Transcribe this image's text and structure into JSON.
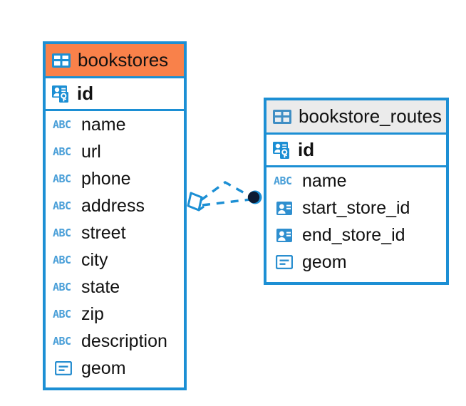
{
  "diagram": {
    "type": "er-diagram",
    "background": "#ffffff",
    "border_color": "#1c8fd4",
    "accent_orange": "#f9814a",
    "accent_grey": "#ebebeb",
    "icon_blue": "#1c8fd4",
    "abc_blue": "#4a9fd8",
    "endpoint_color": "#0d1b33"
  },
  "tables": [
    {
      "name": "bookstores",
      "header_style": "orange",
      "icon": "table-icon",
      "primary_key": {
        "label": "id",
        "icon": "primary-key-icon"
      },
      "fields": [
        {
          "label": "name",
          "icon": "abc-icon",
          "type_text": "ABC"
        },
        {
          "label": "url",
          "icon": "abc-icon",
          "type_text": "ABC"
        },
        {
          "label": "phone",
          "icon": "abc-icon",
          "type_text": "ABC"
        },
        {
          "label": "address",
          "icon": "abc-icon",
          "type_text": "ABC"
        },
        {
          "label": "street",
          "icon": "abc-icon",
          "type_text": "ABC"
        },
        {
          "label": "city",
          "icon": "abc-icon",
          "type_text": "ABC"
        },
        {
          "label": "state",
          "icon": "abc-icon",
          "type_text": "ABC"
        },
        {
          "label": "zip",
          "icon": "abc-icon",
          "type_text": "ABC"
        },
        {
          "label": "description",
          "icon": "abc-icon",
          "type_text": "ABC"
        },
        {
          "label": "geom",
          "icon": "geometry-icon",
          "type_text": ""
        }
      ]
    },
    {
      "name": "bookstore_routes",
      "header_style": "grey",
      "icon": "table-icon",
      "primary_key": {
        "label": "id",
        "icon": "primary-key-icon"
      },
      "fields": [
        {
          "label": "name",
          "icon": "abc-icon",
          "type_text": "ABC"
        },
        {
          "label": "start_store_id",
          "icon": "foreign-key-icon",
          "type_text": ""
        },
        {
          "label": "end_store_id",
          "icon": "foreign-key-icon",
          "type_text": ""
        },
        {
          "label": "geom",
          "icon": "geometry-icon",
          "type_text": ""
        }
      ]
    }
  ],
  "relationship": {
    "style": "dashed",
    "color": "#1c8fd4",
    "source_marker": "diamond-marker",
    "target_marker": "filled-circle-marker"
  }
}
